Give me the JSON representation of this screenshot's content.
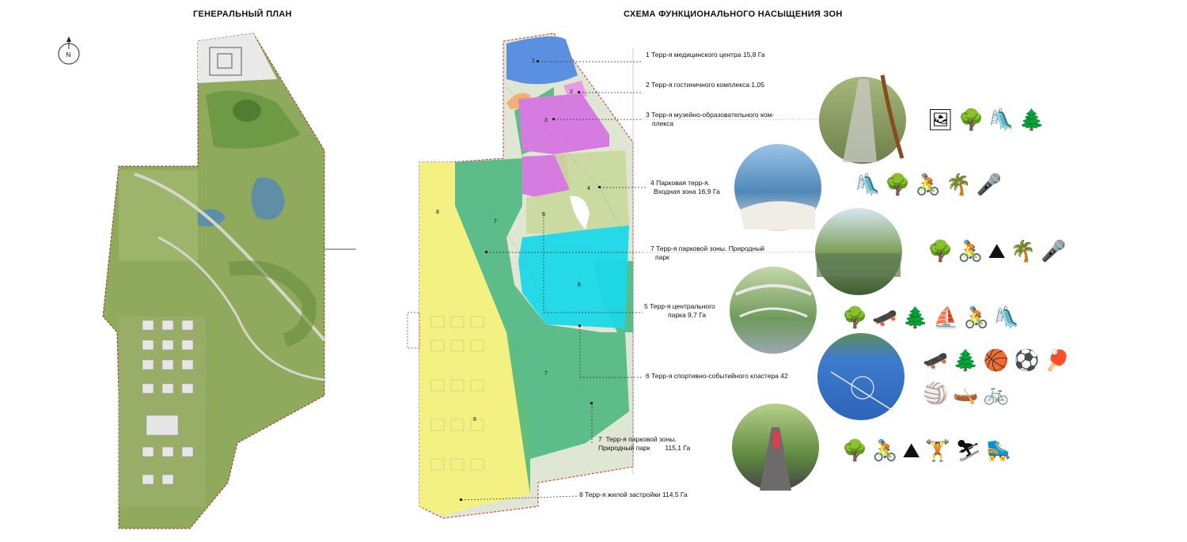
{
  "titles": {
    "master_plan": "ГЕНЕРАЛЬНЫЙ ПЛАН",
    "functional_scheme": "СХЕМА ФУНКЦИОНАЛЬНОГО НАСЫЩЕНИЯ ЗОН"
  },
  "north": "N",
  "colors": {
    "medical": "#5b8fe0",
    "hotel": "#e79ae6",
    "museum": "#d67be0",
    "park_entry": "#c8d89a",
    "natural_park": "#46b57c",
    "central_park": "#1ad8e8",
    "residential": "#f6f27a",
    "masterplan_green": "#8faa5c"
  },
  "zone_numbers": [
    "1",
    "2",
    "3",
    "4",
    "5",
    "6",
    "7",
    "7",
    "8",
    "8"
  ],
  "legend": [
    {
      "num": "1",
      "lines": [
        "1  Терр-я медицинского центра 15,8 Га"
      ]
    },
    {
      "num": "2",
      "lines": [
        "2  Терр-я гостиничного комплекса 1,05"
      ]
    },
    {
      "num": "3",
      "lines": [
        "3  Терр-я музейно-образовательного ком-",
        "плекса"
      ]
    },
    {
      "num": "4",
      "lines": [
        "4  Парковая терр-я.",
        "Входная зона 16,9 Га"
      ]
    },
    {
      "num": "7a",
      "lines": [
        "7  Терр-я парковой зоны. Природный",
        "парк"
      ]
    },
    {
      "num": "5",
      "lines": [
        "5  Терр-я центрального",
        "парка 9,7 Га"
      ]
    },
    {
      "num": "6",
      "lines": [
        "6  Терр-я спортивно-событийного кластера 42"
      ]
    },
    {
      "num": "7b",
      "lines": [
        "7  Терр-я парковой зоны.",
        "Природный парк        115,1 Га"
      ]
    },
    {
      "num": "8",
      "lines": [
        "8  Терр-я жилой застройки 114,5 Га"
      ]
    }
  ],
  "icon_rows": [
    {
      "icons": [
        "gallery-icon",
        "tree-bench-icon",
        "playground-icon",
        "trees-icon"
      ],
      "glyphs": [
        "🖼",
        "🌳",
        "🛝",
        "🌲"
      ]
    },
    {
      "icons": [
        "playground-icon",
        "tree-bench-icon",
        "cyclist-icon",
        "waterfront-trees-icon",
        "microphone-icon"
      ],
      "glyphs": [
        "🛝",
        "🌳",
        "🚴",
        "🌴",
        "🎤"
      ]
    },
    {
      "icons": [
        "tree-bench-icon",
        "cyclist-icon",
        "hill-trees-icon",
        "waterfront-trees-icon",
        "microphone-icon"
      ],
      "glyphs": [
        "🌳",
        "🚴",
        "⛰",
        "🌴",
        "🎤"
      ]
    },
    {
      "icons": [
        "tree-bench-icon",
        "skateboard-icon",
        "trees-icon",
        "sailboat-icon",
        "cyclist-icon",
        "playground-icon"
      ],
      "glyphs": [
        "🌳",
        "🛹",
        "🌲",
        "⛵",
        "🚴",
        "🛝"
      ]
    },
    {
      "icons": [
        "skateboard-icon",
        "trees-icon",
        "basketball-icon",
        "football-icon",
        "ping-pong-icon"
      ],
      "glyphs": [
        "🛹",
        "🌲",
        "🏀",
        "⚽",
        "🏓"
      ]
    },
    {
      "icons": [
        "volleyball-icon",
        "kayak-icon",
        "bicycle-icon"
      ],
      "glyphs": [
        "🏐",
        "🛶",
        "🚲"
      ]
    },
    {
      "icons": [
        "tree-bench-icon",
        "cyclist-icon",
        "hill-trees-icon",
        "dumbbell-icon",
        "skier-icon",
        "roller-skate-icon"
      ],
      "glyphs": [
        "🌳",
        "🚴",
        "⛰",
        "🏋",
        "⛷",
        "🛼"
      ]
    }
  ]
}
